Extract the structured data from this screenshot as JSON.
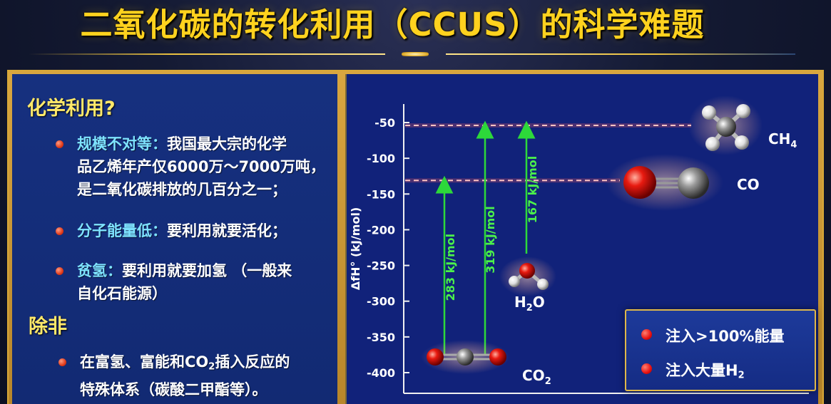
{
  "slide": {
    "title": "二氧化碳的转化利用（CCUS）的科学难题"
  },
  "left_panel": {
    "heading1": "化学利用?",
    "bullets": [
      {
        "keyword": "规模不对等：",
        "text": "我国最大宗的化学",
        "line2": "品乙烯年产仅6000万～7000万吨，",
        "line3": "是二氧化碳排放的几百分之一；"
      },
      {
        "keyword": "分子能量低：",
        "text": "要利用就要活化；"
      },
      {
        "keyword": "贫氢：",
        "text": "要利用就要加氢 （一般来",
        "line2": "自化石能源）"
      }
    ],
    "heading2": "除非",
    "bullet4": {
      "pre": "在富氢、富能和CO",
      "sub": "2",
      "post": "插入反应的",
      "line2": "特殊体系（碳酸二甲酯等）。"
    }
  },
  "chart_data": {
    "type": "energy-level-diagram",
    "ylabel": "ΔfH° (kJ/mol)",
    "ylim": [
      -420,
      -35
    ],
    "yticks": [
      -50,
      -100,
      -150,
      -200,
      -250,
      -300,
      -350,
      -400
    ],
    "grid": false,
    "species": [
      {
        "formula": "CH4",
        "label_main": "CH",
        "label_sub": "4",
        "level": -54
      },
      {
        "formula": "CO",
        "label_main": "CO",
        "label_sub": "",
        "level": -131
      },
      {
        "formula": "H2O",
        "label_main": "H",
        "label_sub": "2",
        "label_post": "O",
        "level": -240
      },
      {
        "formula": "CO2",
        "label_main": "CO",
        "label_sub": "2",
        "level": -395
      }
    ],
    "transitions": [
      {
        "label": "283 kJ/mol",
        "from": -395,
        "to": -131
      },
      {
        "label": "319 kJ/mol",
        "from": -395,
        "to": -54
      },
      {
        "label": "167 kJ/mol",
        "from": -240,
        "to": -54
      }
    ]
  },
  "legend": {
    "item1": "注入>100%能量",
    "item2_pre": "注入大量H",
    "item2_sub": "2"
  },
  "colors": {
    "title": "#ffd21e",
    "heading": "#ffe96a",
    "keyword": "#7ee3ff",
    "arrow": "#2dd83a",
    "arrow_label": "#4bf04b",
    "panel_border": "#e0b84a"
  }
}
